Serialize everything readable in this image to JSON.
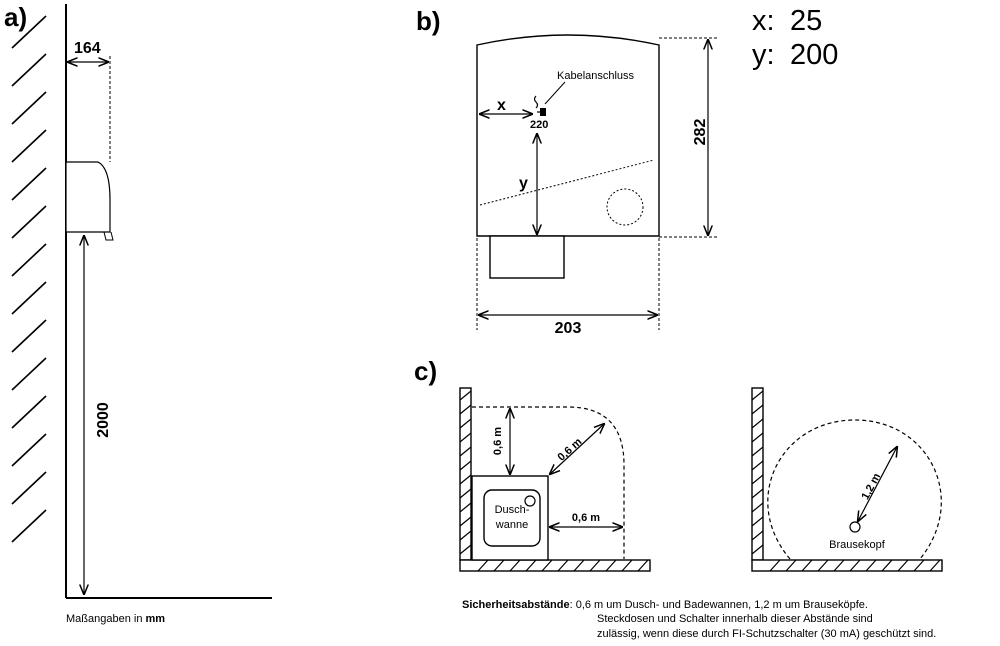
{
  "panel_a": {
    "label": "a)",
    "width_dim": "164",
    "height_dim": "2000",
    "units_prefix": "Maßangaben in ",
    "units_unit": "mm"
  },
  "panel_b": {
    "label": "b)",
    "x_label": "x",
    "y_label": "y",
    "x_readout_label": "x:",
    "x_readout_value": "25",
    "y_readout_label": "y:",
    "y_readout_value": "200",
    "cable_label": "Kabelanschluss",
    "voltage": "220",
    "height_dim": "282",
    "width_dim": "203"
  },
  "panel_c": {
    "label": "c)",
    "dim_top": "0,6 m",
    "dim_diag": "0,6 m",
    "dim_side": "0,6 m",
    "tray_line1": "Dusch-",
    "tray_line2": "wanne",
    "dim_shower": "1,2 m",
    "shower_head": "Brausekopf"
  },
  "notes": {
    "title": "Sicherheitsabstände",
    "line1": ": 0,6 m um Dusch- und Badewannen, 1,2 m um Brauseköpfe.",
    "line2": "Steckdosen und Schalter innerhalb dieser Abstände sind",
    "line3": "zulässig, wenn diese durch FI-Schutzschalter (30 mA) geschützt sind."
  }
}
